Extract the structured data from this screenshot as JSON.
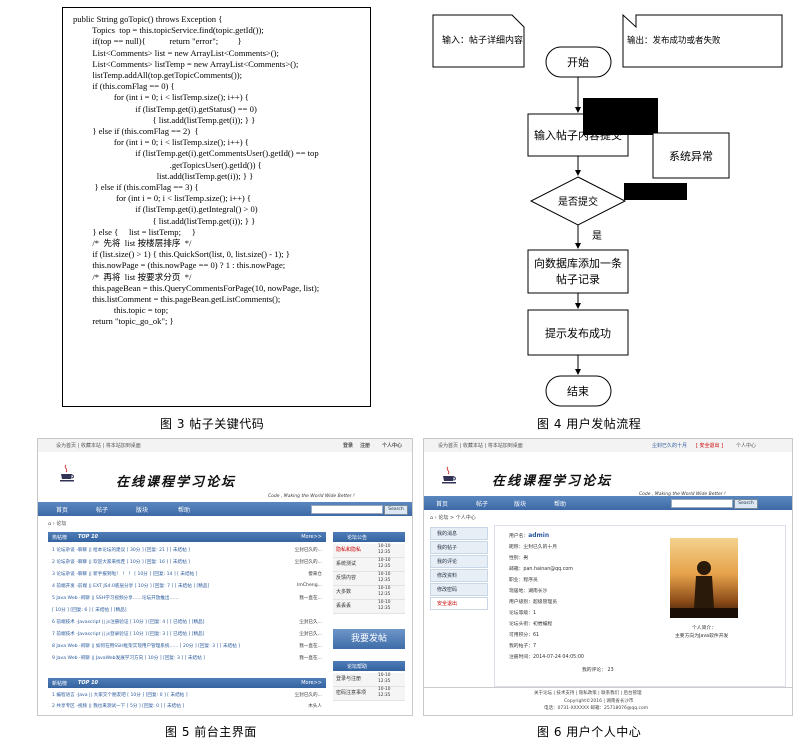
{
  "fig3": {
    "code_lines": [
      "public String goTopic() throws Exception {",
      "         Topics  top = this.topicService.find(topic.getId());",
      "         if(top == null){           return \"error\";         }",
      "         List<Comments> list = new ArrayList<Comments>();",
      "         List<Comments> listTemp = new ArrayList<Comments>();",
      "         listTemp.addAll(top.getTopicComments());",
      "         if (this.comFlag == 0) {",
      "                   for (int i = 0; i < listTemp.size(); i++) {",
      "                             if (listTemp.get(i).getStatus() == 0)",
      "                                     { list.add(listTemp.get(i)); } }",
      "         } else if (this.comFlag == 2)  {",
      "                   for (int i = 0; i < listTemp.size(); i++) {",
      "                             if (listTemp.get(i).getCommentsUser().getId() == top",
      "                                             .getTopicsUser().getId()) {",
      "                                       list.add(listTemp.get(i)); } }",
      "          } else if (this.comFlag == 3) {",
      "                    for (int i = 0; i < listTemp.size(); i++) {",
      "                             if (listTemp.get(i).getIntegral() > 0)",
      "                                     { list.add(listTemp.get(i)); } }",
      "         } else {     list = listTemp;     }",
      "         /*  先将  list 按楼层排序  */",
      "         if (list.size() > 1) { this.QuickSort(list, 0, list.size() - 1); }",
      "         this.nowPage = (this.nowPage == 0) ? 1 : this.nowPage;",
      "         /*  再将  list 按要求分页  */",
      "         this.pageBean = this.QueryCommentsForPage(10, nowPage, list);",
      "         this.listComment = this.pageBean.getListComments();",
      "                   this.topic = top;",
      "         return \"topic_go_ok\"; }"
    ],
    "caption": "图 3  帖子关键代码"
  },
  "fig4": {
    "input_note": "输入：帖子详细内容",
    "output_note": "输出：发布成功或者失败",
    "start": "开始",
    "step_input": "输入帖子内容提交",
    "system_error": "系统异常",
    "decision": "是否提交",
    "yes_label": "是",
    "step_add": [
      "向数据库添加一条",
      "帖子记录"
    ],
    "step_prompt": "提示发布成功",
    "end": "结束",
    "caption": "图 4  用户发帖流程"
  },
  "fig5": {
    "topbar": {
      "left": "设为首页  |  收藏本站  |  将本站加到桌面",
      "right_login": "登录",
      "right_register": "注册",
      "right_center": "个人中心"
    },
    "site_title": "在线课程学习论坛",
    "site_slogan": "Code , Making the World Wide Better !",
    "nav": [
      "首页",
      "帖子",
      "版块",
      "帮助"
    ],
    "search_btn": "Search",
    "crumb": "论坛",
    "top10": {
      "tag": "热帖榜",
      "title": "TOP 10",
      "more": "More>>",
      "rows": [
        {
          "text": "1  论坛杂谈 -聊聊 || 给本论坛的建议  [ 30分 ] [回复: 21 ] [ 未结帖 ]",
          "author": "尘封已久的..."
        },
        {
          "text": "2  论坛杂谈 -聊聊 || 欢迎大家来找茬  [ 10分 ] [回复: 16 ] [ 未结帖 ]",
          "author": "尘封已久的..."
        },
        {
          "text": "3  论坛杂谈 -聊聊 || 新手报到啦！ ！ ！  [ 10分 ] [回复: 14 ] [ 未结帖 ]",
          "author": "傻来仓"
        },
        {
          "text": "4  前端开发 -前端 || EXT JS4.0底层分享  [ 10分 ] [回复: 7 ] [ 未结帖 ] [精品]",
          "author": "ImCheng..."
        },
        {
          "text": "5  Java Web -闲聊 || SSH学习视频分享……论坛开放推出……",
          "author": "我一直在..."
        },
        {
          "text": "    [ 10分 ] [回复: 6 ] [ 未结帖 ] [精品]",
          "author": ""
        },
        {
          "text": "6  前端技术 -Javascript || js注册验证  [ 10分 ] [回复: 4 ] [ 已结帖 ] [精品]",
          "author": "尘封已久..."
        },
        {
          "text": "7  前端技术 -Javascript || js登录验证  [ 10分 ] [回复: 3 ] [ 已结帖 ] [精品]",
          "author": "尘封已久..."
        },
        {
          "text": "8  Java Web -闲聊 || 如何在用SSH框架实现用户管理系统......  [ 20分 ] [回复: 3 ] [ 未结帖 ]",
          "author": "我一直在..."
        },
        {
          "text": "9  Java Web -闲聊 || JavaWeb发展学习方向  [ 10分 ] [回复: 3 ] [ 未结帖 ]",
          "author": "我一直在..."
        }
      ]
    },
    "newest": {
      "tag": "新帖榜",
      "title": "TOP 10",
      "more": "More>>",
      "rows": [
        {
          "text": "1  编程语言 -Java || 大家交个朋友吧  [ 10分 ] [回复: 0 ] [ 未结帖 ]",
          "author": "尘封已久的..."
        },
        {
          "text": "2  共享专区 -视频 || 我也来测试一下  [ 5分 ] [回复: 0 ] [ 未结帖 ]",
          "author": "木头人"
        }
      ]
    },
    "notice": {
      "title": "论坛公告",
      "more": "More>>",
      "rows": [
        {
          "text": "隐私和隐私",
          "date": "10-10\n12:35"
        },
        {
          "text": "系统测试",
          "date": "10-10\n12:35"
        },
        {
          "text": "反馈内容",
          "date": "10-10\n12:35"
        },
        {
          "text": "大多数",
          "date": "10-10\n12:35"
        },
        {
          "text": "丢丢丢",
          "date": "10-10\n12:35"
        }
      ]
    },
    "post_button": "我要发帖",
    "help": {
      "title": "论坛帮助",
      "rows": [
        {
          "text": "登录与注册",
          "date": "10-10\n12:35"
        },
        {
          "text": "密码注意事项",
          "date": "10-10\n12:35"
        }
      ]
    },
    "caption": "图 5  前台主界面"
  },
  "fig6": {
    "topbar": {
      "left": "设为首页  |  收藏本站  |  将本站加到桌面",
      "user_link": "尘封已久的十月",
      "logout": "[ 安全退出 ]",
      "center": "个人中心"
    },
    "site_title": "在线课程学习论坛",
    "site_slogan": "Code , Making the World Wide Better !",
    "nav": [
      "首页",
      "帖子",
      "版块",
      "帮助"
    ],
    "search_btn": "Search",
    "crumb": "论坛 > 个人中心",
    "menu": [
      "我的消息",
      "我的帖子",
      "我的评论",
      "修改资料",
      "修改密码",
      "安全退出"
    ],
    "info": [
      {
        "k": "用户名：",
        "v": "admin"
      },
      {
        "k": "昵称：",
        "v": "尘封已久的十月"
      },
      {
        "k": "性别：",
        "v": "男"
      },
      {
        "k": "邮箱：",
        "v": "pan.hainan@qq.com"
      },
      {
        "k": "职业：",
        "v": "程序员"
      },
      {
        "k": "现居地：",
        "v": "湖南长沙"
      },
      {
        "k": "用户级别：",
        "v": "超级管理员"
      },
      {
        "k": "论坛等级：",
        "v": "1"
      },
      {
        "k": "论坛头衔：",
        "v": "初尝编程"
      },
      {
        "k": "可用积分：",
        "v": "61"
      },
      {
        "k": "我的帖子：",
        "v": "7"
      },
      {
        "k": "注册时间：",
        "v": "2014-07-24 04:05:00"
      }
    ],
    "comments_label": "我的评论：",
    "comments_value": "23",
    "intro_label": "个人简介：",
    "intro_value": "主要方向为Java软件开发",
    "footer": [
      "关于论坛  |  技术支持  |  隐私政策  |  联系我们  |  后台管理",
      "Copyright©2016  |  湖南省长沙市",
      "电话：0731-XXXXXX  邮箱：25718076@qq.com"
    ],
    "caption": "图 6  用户个人中心"
  },
  "colors": {
    "nav_blue": "#3d6aa6",
    "accent_red": "#c00000",
    "link_blue": "#2a5a9c"
  }
}
